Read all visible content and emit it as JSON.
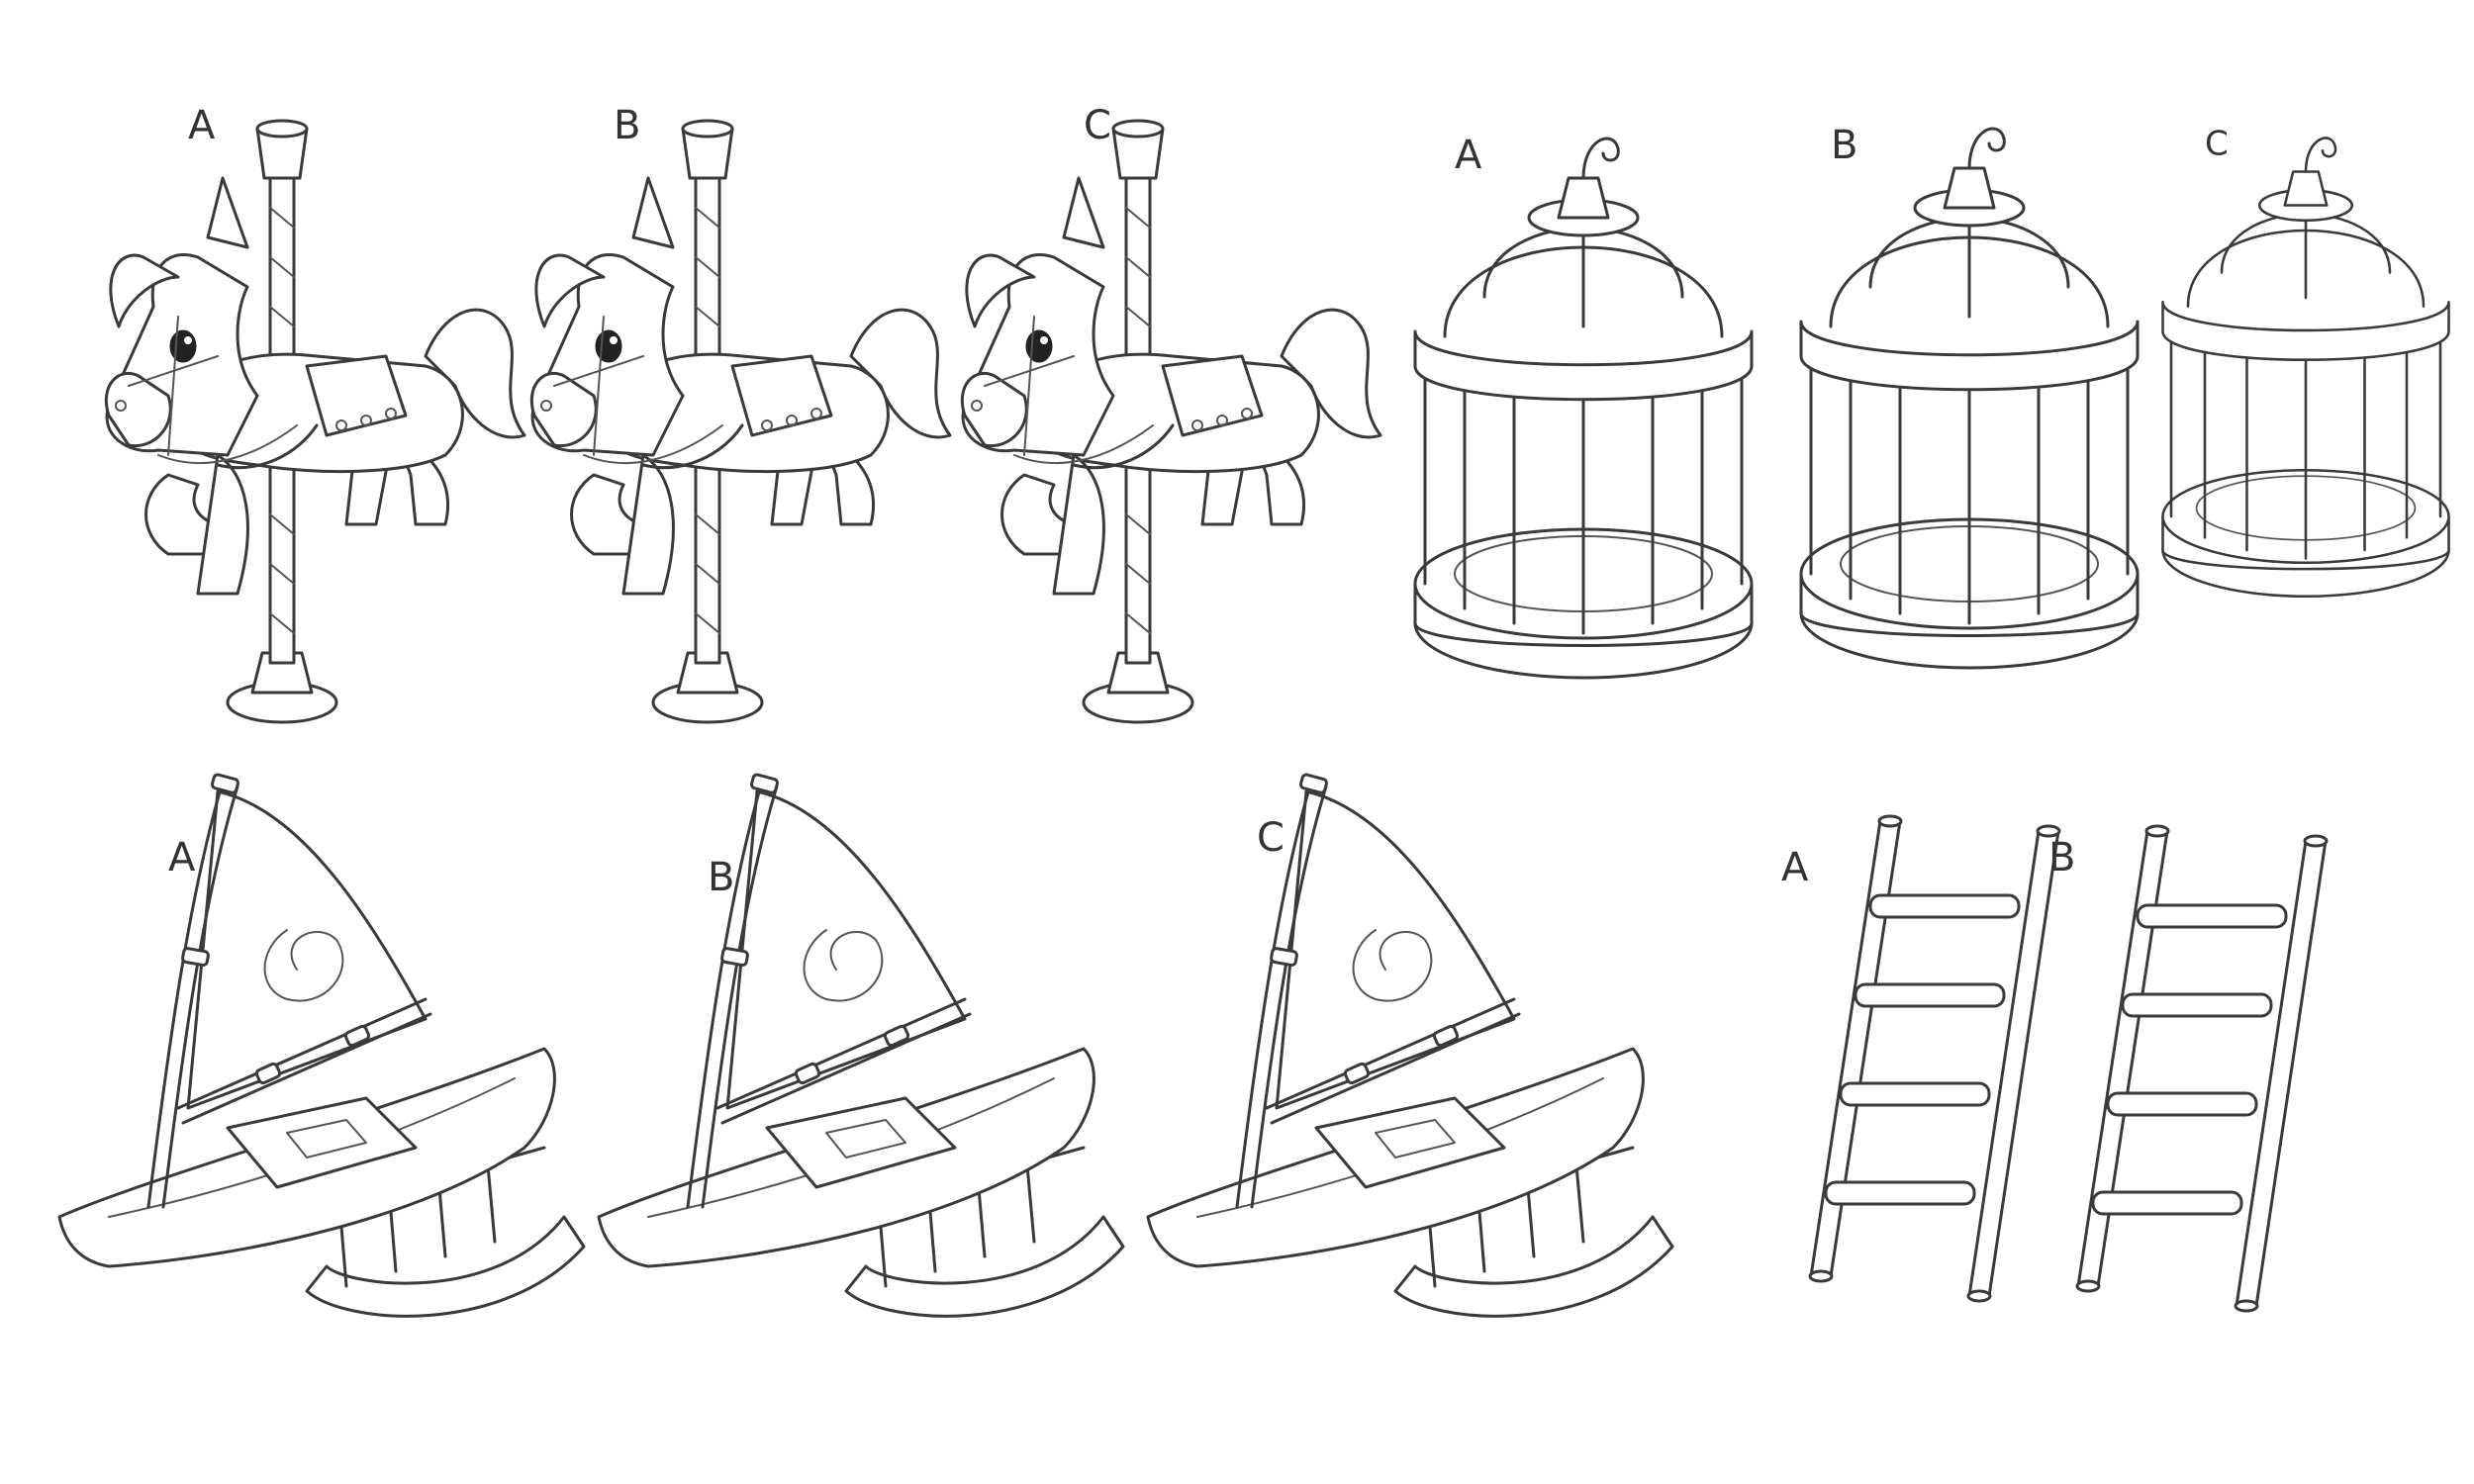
{
  "sheet": {
    "background": "#ffffff",
    "line_color": "#3a3a3a"
  },
  "carousel_horses": [
    {
      "label": "A"
    },
    {
      "label": "B"
    },
    {
      "label": "C"
    }
  ],
  "birdcages": [
    {
      "label": "A"
    },
    {
      "label": "B"
    },
    {
      "label": "C"
    }
  ],
  "catamarans": [
    {
      "label": "A"
    },
    {
      "label": "B"
    },
    {
      "label": "C"
    }
  ],
  "ladders": [
    {
      "label": "A"
    },
    {
      "label": "B"
    }
  ]
}
